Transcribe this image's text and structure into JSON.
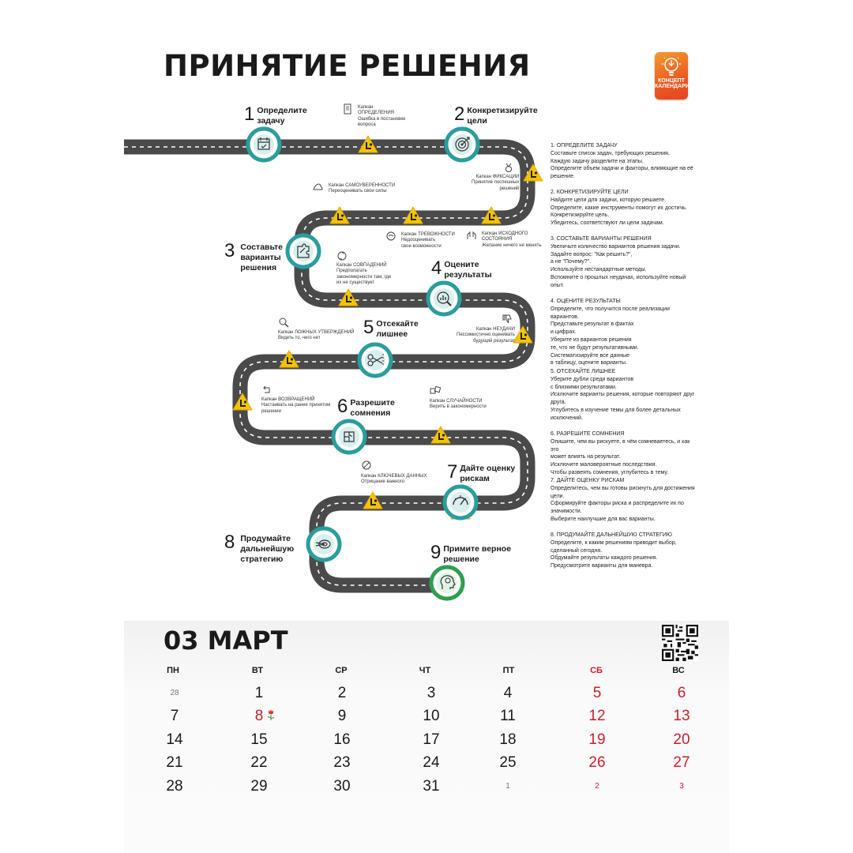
{
  "title": "ПРИНЯТИЕ РЕШЕНИЯ",
  "logo": {
    "line1": "КОНЦЕПТ",
    "line2": "КАЛЕНДАРИ"
  },
  "colors": {
    "accent_teal": "#2a9d9d",
    "final_green": "#2e9e4f",
    "warning_yellow": "#f5c400",
    "weekend_red": "#c8202b",
    "road": "#4a4a4a"
  },
  "steps": [
    {
      "num": "1",
      "line1": "Определите",
      "line2": "задачу",
      "line3": "",
      "icon": "calendar-check-icon"
    },
    {
      "num": "2",
      "line1": "Конкретизируйте",
      "line2": "цели",
      "line3": "",
      "icon": "target-icon"
    },
    {
      "num": "3",
      "line1": "Составьте",
      "line2": "варианты",
      "line3": "решения",
      "icon": "puzzle-icon"
    },
    {
      "num": "4",
      "line1": "Оцените",
      "line2": "результаты",
      "line3": "",
      "icon": "magnifier-chart-icon"
    },
    {
      "num": "5",
      "line1": "Отсекайте",
      "line2": "лишнее",
      "line3": "",
      "icon": "scissors-icon"
    },
    {
      "num": "6",
      "line1": "Разрешите",
      "line2": "сомнения",
      "line3": "",
      "icon": "puzzle-hand-icon"
    },
    {
      "num": "7",
      "line1": "Дайте оценку",
      "line2": "рискам",
      "line3": "",
      "icon": "gauge-warning-icon"
    },
    {
      "num": "8",
      "line1": "Продумайте",
      "line2": "дальнейшую",
      "line3": "стратегию",
      "icon": "target-arrow-icon"
    },
    {
      "num": "9",
      "line1": "Примите верное",
      "line2": "решение",
      "line3": "",
      "icon": "head-bulb-icon"
    }
  ],
  "traps": [
    {
      "lines": [
        "Капкан",
        "ОПРЕДЕЛЕНИЯ",
        "Ошибка в постановке",
        "вопроса"
      ],
      "icon": "document-icon"
    },
    {
      "lines": [
        "Капкан ФИКСАЦИИ",
        "Принятие поспешных",
        "решений"
      ],
      "icon": "medal-icon"
    },
    {
      "lines": [
        "Капкан САМОУВЕРЕННОСТИ",
        "Переоценивать свои силы"
      ],
      "icon": "muscle-arm-icon"
    },
    {
      "lines": [
        "Капкан ТРЕВОЖНОСТИ",
        "Недооценивать",
        "свои возможности"
      ],
      "icon": "anxiety-icon"
    },
    {
      "lines": [
        "Капкан ИСХОДНОГО",
        "СОСТОЯНИЯ",
        "Желание ничего не менять"
      ],
      "icon": "hands-icon"
    },
    {
      "lines": [
        "Капкан СОВПАДЕНИЙ",
        "Предполагать",
        "закономерности там, где",
        "их не существует"
      ],
      "icon": "circle-arrows-icon"
    },
    {
      "lines": [
        "Капкан НЕУДАЧИ",
        "Пессимистично оценивать",
        "будущий результат"
      ],
      "icon": "thumb-down-icon"
    },
    {
      "lines": [
        "Капкан ЛОЖНЫХ УТВЕРЖДЕНИЙ",
        "Видеть то, чего нет"
      ],
      "icon": "search-icon"
    },
    {
      "lines": [
        "Капкан ВОЗВРАЩЕНИЙ",
        "Настаивать на ранее принятом",
        "решении"
      ],
      "icon": "return-icon"
    },
    {
      "lines": [
        "Капкан СЛУЧАЙНОСТИ",
        "Верить в закономерности"
      ],
      "icon": "dice-icon"
    },
    {
      "lines": [
        "Капкан КЛЮЧЕВЫХ ДАННЫХ",
        "Отрицание важного"
      ],
      "icon": "key-data-icon"
    }
  ],
  "side": [
    {
      "head": "1. ОПРЕДЕЛИТЕ ЗАДАЧУ",
      "lines": [
        "Составьте список задач, требующих решения.",
        "Каждую задачу разделите на этапы.",
        "Определите объем задачи и факторы, влияющие на её",
        "решение."
      ]
    },
    {
      "head": "2. КОНКРЕТИЗИРУЙТЕ ЦЕЛИ",
      "lines": [
        "Найдите цели для задачи, которую решаете.",
        "Определите, какие инструменты помогут их достичь.",
        "Конкретизируйте цель.",
        "Убедитесь, соответствуют ли цели задачам."
      ]
    },
    {
      "head": "3. СОСТАВЬТЕ ВАРИАНТЫ РЕШЕНИЯ",
      "lines": [
        "Увеличьте количество вариантов решения задачи.",
        "Задайте вопрос: \"Как решить?\",",
        "а не \"Почему?\".",
        "Используйте нестандартные методы.",
        "Вспомните о прошлых неудачах, используйте новый",
        "опыт."
      ]
    },
    {
      "head": "4. ОЦЕНИТЕ РЕЗУЛЬТАТЫ",
      "lines": [
        "Определите, что получится после реализации вариантов.",
        "Представьте результат в фактах",
        "и цифрах.",
        "Уберите из вариантов решения",
        "те, что не будут результативными.",
        "Систематизируйте все данные",
        "в таблицу, оцените варианты."
      ]
    },
    {
      "head": "5. ОТСЕКАЙТЕ ЛИШНЕЕ",
      "lines": [
        "Уберите дубли среди вариантов",
        "с близкими результатами.",
        "Исключите варианты решения, которые повторяют друг",
        "друга.",
        "Углубитесь в изучение темы для более детальных",
        "исключений."
      ]
    },
    {
      "head": "6. РАЗРЕШИТЕ СОМНЕНИЯ",
      "lines": [
        "Опишите, чем вы рискуете, в чём сомневаетесь, и как это",
        "может влиять на результат.",
        "Исключите маловероятные последствия.",
        "Чтобы развеять сомнения, углубитесь в тему."
      ]
    },
    {
      "head": "7. ДАЙТЕ ОЦЕНКУ РИСКАМ",
      "lines": [
        "Определитесь, чем вы готовы рискнуть для достижения",
        "цели.",
        "Сформируйте факторы риска и распределите их по",
        "значимости.",
        "Выберите наилучшие для вас варианты."
      ]
    },
    {
      "head": "8. ПРОДУМАЙТЕ ДАЛЬНЕЙШУЮ СТРАТЕГИЮ",
      "lines": [
        "Определите, к каким решениям приводит выбор,",
        "сделанный сегодня.",
        "Обдумайте результаты каждого решения.",
        "Предусмотрите варианты для маневра."
      ]
    }
  ],
  "calendar": {
    "month": "03 МАРТ",
    "days_of_week": [
      "ПН",
      "ВТ",
      "СР",
      "ЧТ",
      "ПТ",
      "СБ",
      "ВС"
    ],
    "weeks": [
      [
        "28",
        "1",
        "2",
        "3",
        "4",
        "5",
        "6"
      ],
      [
        "7",
        "8",
        "9",
        "10",
        "11",
        "12",
        "13"
      ],
      [
        "14",
        "15",
        "16",
        "17",
        "18",
        "19",
        "20"
      ],
      [
        "21",
        "22",
        "23",
        "24",
        "25",
        "26",
        "27"
      ],
      [
        "28",
        "29",
        "30",
        "31",
        "1",
        "2",
        "3"
      ]
    ],
    "holiday_icon": "tulip-icon"
  }
}
